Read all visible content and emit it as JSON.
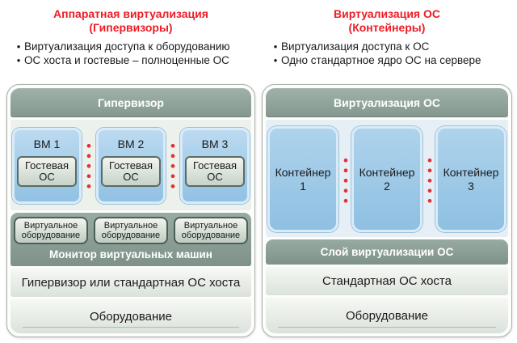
{
  "bullet_char": "•",
  "colors": {
    "accent_red": "#ee1c25",
    "band_green": "#8ba099",
    "box_blue": "#9cc8e8",
    "guest_box_border": "#5c6c63",
    "dot_red": "#e13236"
  },
  "left_column": {
    "title_line1": "Аппаратная виртуализация",
    "title_line2": "(Гипервизоры)",
    "bullets": [
      "Виртуализация доступа к оборудованию",
      "ОС хоста и гостевые – полноценные ОС"
    ],
    "panel": {
      "header": "Гипервизор",
      "vms": [
        {
          "name": "ВМ 1",
          "guest": "Гостевая ОС"
        },
        {
          "name": "ВМ 2",
          "guest": "Гостевая ОС"
        },
        {
          "name": "ВМ 3",
          "guest": "Гостевая ОС"
        }
      ],
      "virtual_hw_boxes": [
        "Виртуальное оборудование",
        "Виртуальное оборудование",
        "Виртуальное оборудование"
      ],
      "monitor_label": "Монитор виртуальных машин",
      "host_layer": "Гипервизор или стандартная ОС хоста",
      "hardware": "Оборудование"
    }
  },
  "right_column": {
    "title_line1": "Виртуализация ОС",
    "title_line2": "(Контейнеры)",
    "bullets": [
      "Виртуализация доступа к ОС",
      "Одно стандартное ядро ОС на сервере"
    ],
    "panel": {
      "header": "Виртуализация ОС",
      "containers": [
        {
          "label": "Контейнер",
          "number": "1"
        },
        {
          "label": "Контейнер",
          "number": "2"
        },
        {
          "label": "Контейнер",
          "number": "3"
        }
      ],
      "virt_layer": "Слой виртуализации ОС",
      "host_os": "Стандартная ОС хоста",
      "hardware": "Оборудование"
    }
  }
}
